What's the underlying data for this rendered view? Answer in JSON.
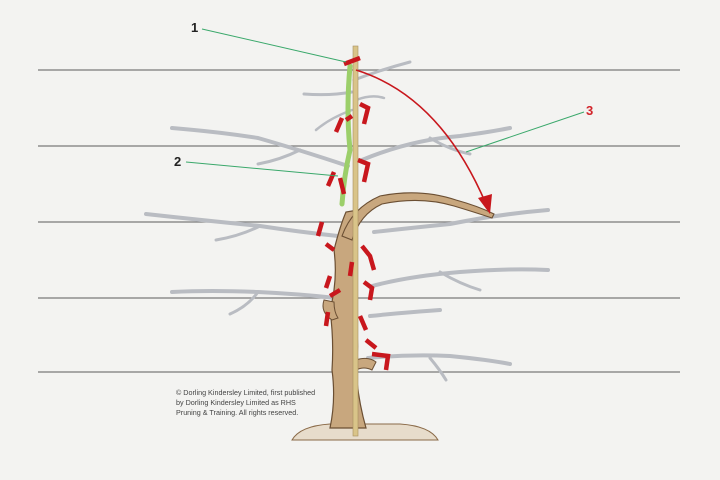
{
  "callouts": [
    {
      "id": "1",
      "text": "1",
      "color": "#222222"
    },
    {
      "id": "2",
      "text": "2",
      "color": "#222222"
    },
    {
      "id": "3",
      "text": "3",
      "color": "#d2242a"
    }
  ],
  "credit": {
    "line1": "© Dorling Kindersley Limited, first published",
    "line2": "by Dorling Kindersley Limited as RHS",
    "line3": "Pruning & Training. All rights reserved."
  },
  "colors": {
    "background": "#f3f3f1",
    "wire": "#7a7a7a",
    "trunk": "#c8a77e",
    "trunk_outline": "#6b4f33",
    "old_branch": "#b9bcc2",
    "new_growth": "#9ccf6a",
    "cane": "#d9c489",
    "cut_mark": "#c8171d",
    "leader_line": "#3aa86b",
    "arrow": "#c8171d"
  }
}
